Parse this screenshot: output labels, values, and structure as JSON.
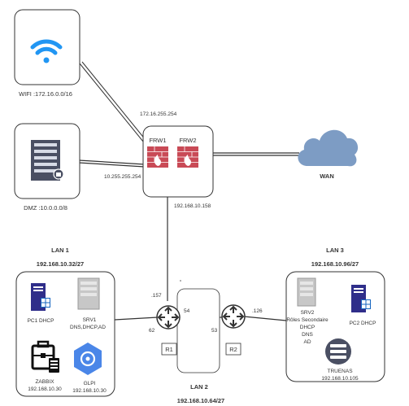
{
  "wifi_box": {
    "label": "WIFI :172.16.0.0/16"
  },
  "dmz_box": {
    "label": "DMZ :10.0.0.0/8"
  },
  "firewall_box": {
    "fw1": "FRW1",
    "fw2": "FRW2",
    "ip_top": "172.16.255.254",
    "ip_left": "10.255.255.254",
    "ip_bottom": "192.168.10.158"
  },
  "wan": {
    "label": "WAN"
  },
  "lan1": {
    "title": "LAN 1",
    "subnet": "192.168.10.32/27",
    "pc1_label": "PC1 DHCP",
    "srv1_label_1": "SRV1",
    "srv1_label_2": "DNS,DHCP,AD",
    "zabbix_label_1": "ZABBIX",
    "zabbix_label_2": "192.168.10.30",
    "glpi_label_1": "GLPI",
    "glpi_label_2": "192.168.10.30"
  },
  "lan2": {
    "title": "LAN 2",
    "subnet": "192.168.10.64/27",
    "ip_r1_right": "54",
    "ip_r2_left": "53"
  },
  "lan3": {
    "title": "LAN 3",
    "subnet": "192.168.10.96/27",
    "srv2_label_1": "SRV2",
    "srv2_label_2": "Rôles Secondaire",
    "srv2_label_3": "DHCP",
    "srv2_label_4": "DNS",
    "srv2_label_5": "AD",
    "pc2_label": "PC2 DHCP",
    "truenas_label_1": "TRUENAS",
    "truenas_label_2": "192.168.10.105"
  },
  "routers": {
    "r1": "R1",
    "r2": "R2",
    "r1_ip_top": ".157",
    "r1_ip_left": "62",
    "r2_ip_right": ".126"
  }
}
